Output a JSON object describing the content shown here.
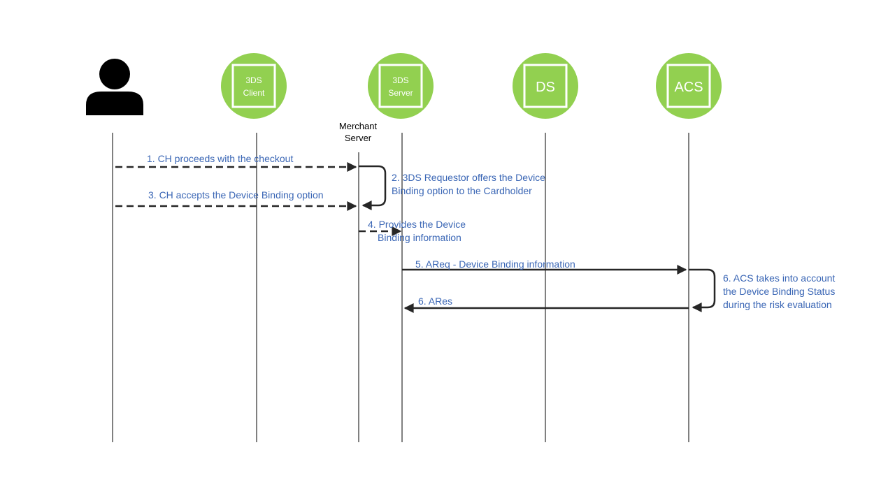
{
  "colors": {
    "icon_green": "#92d050",
    "message_text": "#3a66b5",
    "line": "#000000",
    "arrow_line": "#262626"
  },
  "participants": {
    "cardholder": {
      "icon": "person-icon"
    },
    "client": {
      "line1": "3DS",
      "line2": "Client"
    },
    "server": {
      "line1": "3DS",
      "line2": "Server"
    },
    "ds": {
      "label": "DS"
    },
    "acs": {
      "label": "ACS"
    },
    "merchant": {
      "line1": "Merchant",
      "line2": "Server"
    }
  },
  "messages": {
    "m1": "1. CH proceeds with the checkout",
    "m2_line1": "2. 3DS Requestor offers the Device",
    "m2_line2": "Binding option to the Cardholder",
    "m3": "3. CH accepts the Device Binding option",
    "m4_line1": "4. Provides the Device",
    "m4_line2": "Binding information",
    "m5": "5.  AReq -  Device Binding information",
    "m6a_line1": "6. ACS takes into account",
    "m6a_line2": "the Device Binding Status",
    "m6a_line3": "during the risk evaluation",
    "m6b": "6. ARes"
  }
}
